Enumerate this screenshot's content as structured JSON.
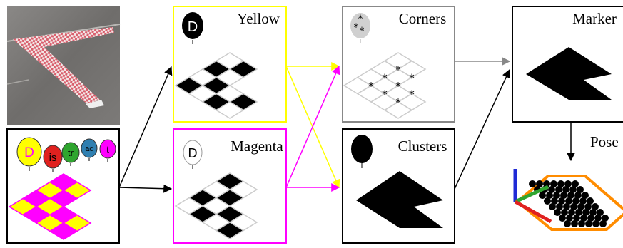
{
  "boxes": {
    "input": {
      "balloons": [
        {
          "letter": "D",
          "color": "#ffff00",
          "text_color": "#ff00ff"
        },
        {
          "letter": "is",
          "color": "#e0211f",
          "text_color": "#000000"
        },
        {
          "letter": "tr",
          "color": "#2fa52f",
          "text_color": "#000000"
        },
        {
          "letter": "ac",
          "color": "#2f7fb0",
          "text_color": "#000000"
        },
        {
          "letter": "t",
          "color": "#ff00ff",
          "text_color": "#000000"
        }
      ]
    },
    "yellow": {
      "label": "Yellow",
      "badge": "D",
      "border": "#ffff00"
    },
    "magenta": {
      "label": "Magenta",
      "badge": "D",
      "border": "#ff00ff"
    },
    "corners": {
      "label": "Corners",
      "border": "#888888"
    },
    "clusters": {
      "label": "Clusters",
      "border": "#000000"
    },
    "marker": {
      "label": "Marker",
      "border": "#000000"
    }
  },
  "pose": {
    "label": "Pose"
  },
  "colors": {
    "yellow": "#ffff00",
    "magenta": "#ff00ff",
    "gray": "#888888",
    "black": "#000000"
  }
}
